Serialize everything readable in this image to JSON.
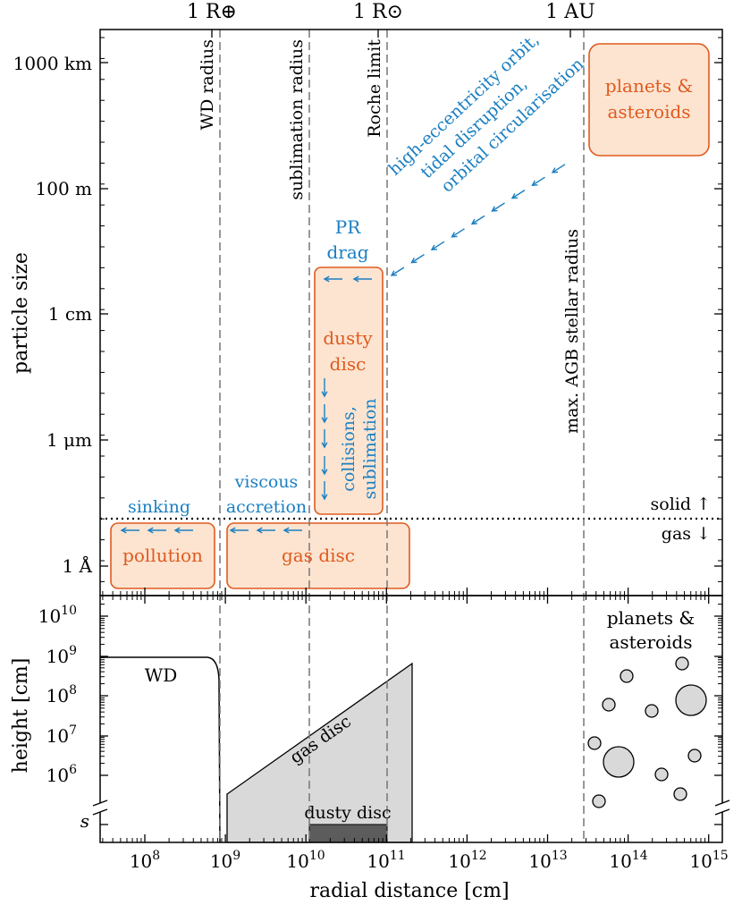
{
  "top_axis": {
    "labels": [
      "1 R⊕",
      "1 R⊙",
      "1 AU"
    ]
  },
  "upper_panel": {
    "ylabel": "particle size",
    "yticks": [
      "1000 km",
      "100 m",
      "1 cm",
      "1 μm",
      "1 Å"
    ],
    "vlines": [
      "WD radius",
      "sublimation radius",
      "Roche limit",
      "max. AGB stellar radius"
    ],
    "boxes": {
      "planets": [
        "planets &",
        "asteroids"
      ],
      "dusty": [
        "dusty",
        "disc"
      ],
      "pollution": "pollution",
      "gasdisc": "gas disc"
    },
    "processes": {
      "orbit": [
        "high-eccentricity orbit,",
        "tidal disruption,",
        "orbital circularisation"
      ],
      "pr": [
        "PR",
        "drag"
      ],
      "collisions": [
        "collisions,",
        "sublimation"
      ],
      "sinking": "sinking",
      "viscous": [
        "viscous",
        "accretion"
      ]
    },
    "phase": {
      "solid": "solid ↑",
      "gas": "gas ↓"
    }
  },
  "lower_panel": {
    "ylabel": "height [cm]",
    "yticks": [
      "10",
      "10",
      "10",
      "10",
      "10",
      "s"
    ],
    "ytick_exps": [
      "10",
      "9",
      "8",
      "7",
      "6"
    ],
    "labels": {
      "wd": "WD",
      "gasdisc": "gas disc",
      "dusty": "dusty disc",
      "planets": [
        "planets &",
        "asteroids"
      ]
    }
  },
  "x_axis": {
    "label": "radial distance [cm]",
    "ticks": [
      "10",
      "10",
      "10",
      "10",
      "10",
      "10",
      "10",
      "10"
    ],
    "tick_exps": [
      "8",
      "9",
      "10",
      "11",
      "12",
      "13",
      "14",
      "15"
    ]
  },
  "colors": {
    "orange": "#e05a1e",
    "box_fill": "#fce4d1",
    "blue": "#1a7fc1",
    "grey": "#d9d9d9",
    "dark": "#5c5c5c"
  }
}
